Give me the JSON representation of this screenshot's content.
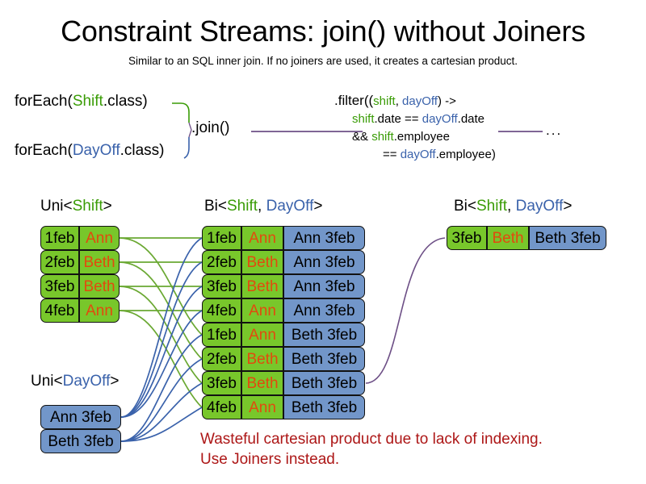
{
  "slide": {
    "title": "Constraint Streams: join() without Joiners",
    "subtitle": "Similar to an SQL inner join. If no joiners are used, it creates a cartesian product.",
    "warning_line1": "Wasteful cartesian product due to lack of indexing.",
    "warning_line2": "Use Joiners instead."
  },
  "code": {
    "for_each_shift_prefix": "forEach(",
    "for_each_shift_type": "Shift",
    "for_each_shift_suffix": ".class)",
    "for_each_dayoff_prefix": "forEach(",
    "for_each_dayoff_type": "DayOff",
    "for_each_dayoff_suffix": ".class)",
    "join_call": ".join()",
    "filter_l1_a": ".filter((",
    "filter_l1_shift": "shift",
    "filter_l1_comma": ", ",
    "filter_l1_dayoff": "dayOff",
    "filter_l1_b": ") ->",
    "filter_l2_shift": "shift",
    "filter_l2_a": ".date == ",
    "filter_l2_dayoff": "dayOff",
    "filter_l2_b": ".date",
    "filter_l3_a": "&& ",
    "filter_l3_shift": "shift",
    "filter_l3_b": ".employee",
    "filter_l4_a": "== ",
    "filter_l4_dayoff": "dayOff",
    "filter_l4_b": ".employee)",
    "ellipsis": "..."
  },
  "headers": {
    "uni_shift": {
      "prefix": "Uni<",
      "type": "Shift",
      "suffix": ">"
    },
    "uni_dayoff": {
      "prefix": "Uni<",
      "type": "DayOff",
      "suffix": ">"
    },
    "bi_middle": {
      "prefix": "Bi<",
      "type1": "Shift",
      "comma": ", ",
      "type2": "DayOff",
      "suffix": ">"
    },
    "bi_right": {
      "prefix": "Bi<",
      "type1": "Shift",
      "comma": ", ",
      "type2": "DayOff",
      "suffix": ">"
    }
  },
  "shifts": [
    {
      "date": "1feb",
      "employee": "Ann"
    },
    {
      "date": "2feb",
      "employee": "Beth"
    },
    {
      "date": "3feb",
      "employee": "Beth"
    },
    {
      "date": "4feb",
      "employee": "Ann"
    }
  ],
  "daysOff": [
    {
      "label": "Ann 3feb"
    },
    {
      "label": "Beth 3feb"
    }
  ],
  "pairs": [
    {
      "date": "1feb",
      "employee": "Ann",
      "dayOff": "Ann 3feb"
    },
    {
      "date": "2feb",
      "employee": "Beth",
      "dayOff": "Ann 3feb"
    },
    {
      "date": "3feb",
      "employee": "Beth",
      "dayOff": "Ann 3feb"
    },
    {
      "date": "4feb",
      "employee": "Ann",
      "dayOff": "Ann 3feb"
    },
    {
      "date": "1feb",
      "employee": "Ann",
      "dayOff": "Beth 3feb"
    },
    {
      "date": "2feb",
      "employee": "Beth",
      "dayOff": "Beth 3feb"
    },
    {
      "date": "3feb",
      "employee": "Beth",
      "dayOff": "Beth 3feb"
    },
    {
      "date": "4feb",
      "employee": "Ann",
      "dayOff": "Beth 3feb"
    }
  ],
  "result": {
    "date": "3feb",
    "employee": "Beth",
    "dayOff": "Beth 3feb"
  },
  "colors": {
    "shift_green": "#78c72b",
    "dayoff_blue": "#7296c9",
    "employee_orange": "#e24a0e",
    "shift_type_green": "#3a9c06",
    "dayoff_type_blue": "#3a62ab",
    "warning_red": "#ad1717",
    "connector_purple": "#6d4f86",
    "connector_green": "#6aa832",
    "connector_blue": "#3a62ab"
  }
}
